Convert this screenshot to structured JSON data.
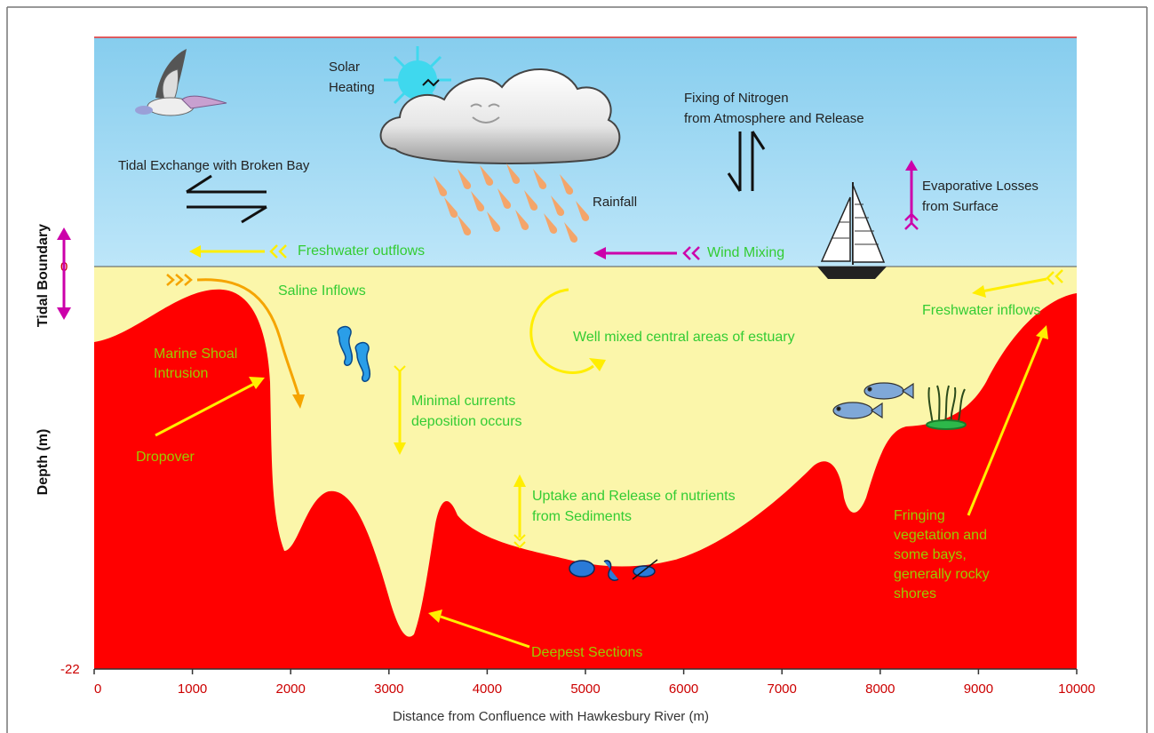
{
  "axes": {
    "y_title": "Depth (m)",
    "y_boundary_title": "Tidal Boundary",
    "y_ticks": [
      "0",
      "-22"
    ],
    "x_title": "Distance from Confluence with Hawkesbury River (m)",
    "x_ticks": [
      "0",
      "1000",
      "2000",
      "3000",
      "4000",
      "5000",
      "6000",
      "7000",
      "8000",
      "9000",
      "10000"
    ]
  },
  "atmosphere": {
    "solar_line1": "Solar",
    "solar_line2": "Heating",
    "tidal_exchange": "Tidal Exchange with Broken Bay",
    "rainfall": "Rainfall",
    "nitrogen_line1": "Fixing of Nitrogen",
    "nitrogen_line2": "from Atmosphere and Release",
    "evap_line1": "Evaporative Losses",
    "evap_line2": "from Surface"
  },
  "surface": {
    "freshwater_outflows": "Freshwater outflows",
    "wind_mixing": "Wind Mixing",
    "saline_inflows": "Saline Inflows",
    "freshwater_inflows": "Freshwater inflows"
  },
  "water": {
    "well_mixed": "Well mixed central areas of estuary",
    "minimal_line1": "Minimal currents",
    "minimal_line2": "deposition occurs",
    "uptake_line1": "Uptake and Release of nutrients",
    "uptake_line2": "from Sediments"
  },
  "bed": {
    "shoal_line1": "Marine Shoal",
    "shoal_line2": "Intrusion",
    "dropover": "Dropover",
    "deepest": "Deepest Sections",
    "fringing_line1": "Fringing",
    "fringing_line2": "vegetation and",
    "fringing_line3": "some bays,",
    "fringing_line4": "generally rocky",
    "fringing_line5": "shores"
  },
  "colors": {
    "sky_top": "#8fd0ee",
    "sky_bottom": "#b8e4f8",
    "water": "#fbf6aa",
    "seabed": "#ff0000",
    "label_green": "#33cc33",
    "label_olive": "#99cc00",
    "arrow_yellow": "#ffee00",
    "arrow_orange": "#f5a400",
    "arrow_magenta": "#cc00aa",
    "text_dark": "#222222"
  },
  "icons": [
    "pelican-icon",
    "sun-icon",
    "cloud-icon",
    "rain-icon",
    "sailboat-icon",
    "seahorse-icon",
    "fish-icon",
    "seagrass-icon",
    "crustacean-icon"
  ]
}
